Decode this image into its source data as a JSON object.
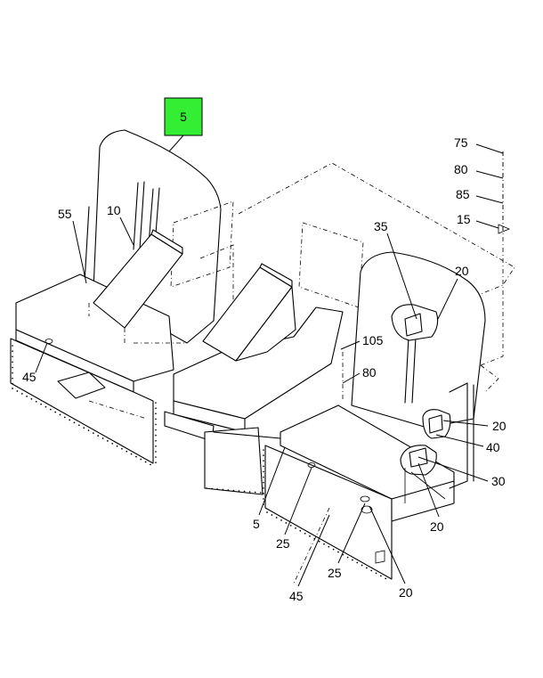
{
  "highlight": {
    "label": "5",
    "fill": "#33ee33"
  },
  "callouts": [
    "75",
    "80",
    "85",
    "15",
    "55",
    "10",
    "35",
    "20",
    "45",
    "105",
    "80",
    "20",
    "40",
    "30",
    "20",
    "5",
    "25",
    "25",
    "45",
    "20"
  ]
}
